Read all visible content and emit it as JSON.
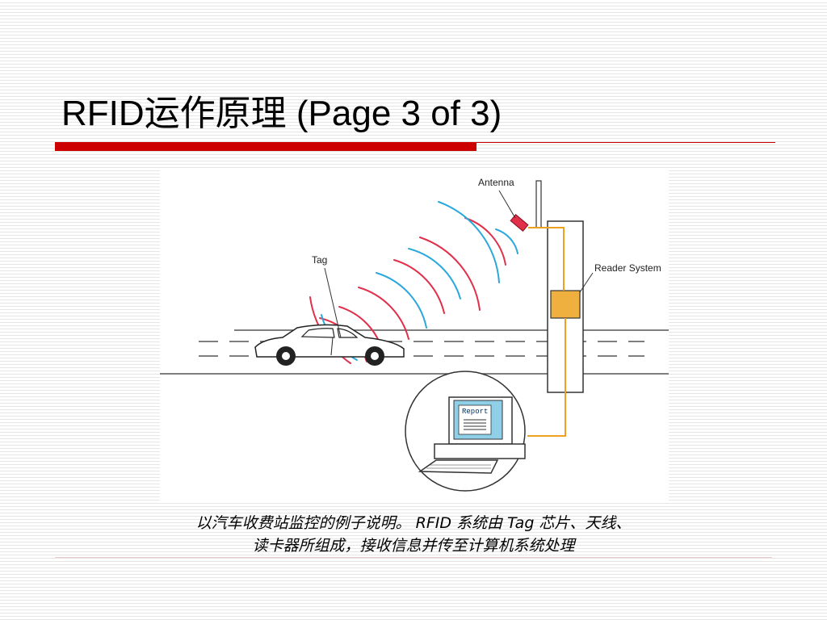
{
  "slide": {
    "title": "RFID运作原理 (Page 3 of 3)"
  },
  "diagram": {
    "labels": {
      "antenna": "Antenna",
      "tag": "Tag",
      "reader_system": "Reader System",
      "report": "Report"
    },
    "colors": {
      "wave_red": "#e0304a",
      "wave_blue": "#2aa8dc",
      "cable_orange": "#f0a020",
      "reader_box": "#f0b040"
    }
  },
  "caption": {
    "line1": "以汽车收费站监控的例子说明。 RFID  系统由 Tag  芯片、天线、",
    "line2": "读卡器所组成，接收信息并传至计算机系统处理"
  },
  "colors": {
    "title_bar": "#cc0000",
    "text": "#000000"
  }
}
